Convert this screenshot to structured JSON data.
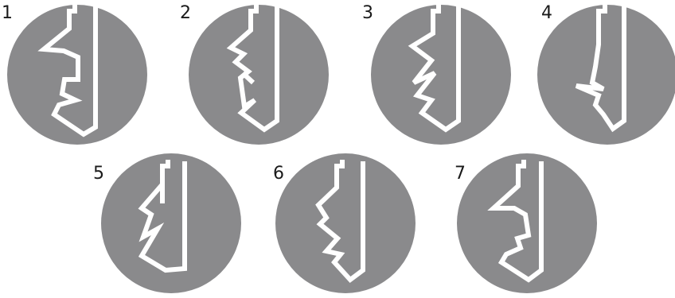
{
  "diagram": {
    "colors": {
      "disc": "#8a8a8c",
      "outline": "#ffffff",
      "label": "#1a1a1a"
    },
    "items": [
      {
        "label": "1"
      },
      {
        "label": "2"
      },
      {
        "label": "3"
      },
      {
        "label": "4"
      },
      {
        "label": "5"
      },
      {
        "label": "6"
      },
      {
        "label": "7"
      }
    ]
  }
}
